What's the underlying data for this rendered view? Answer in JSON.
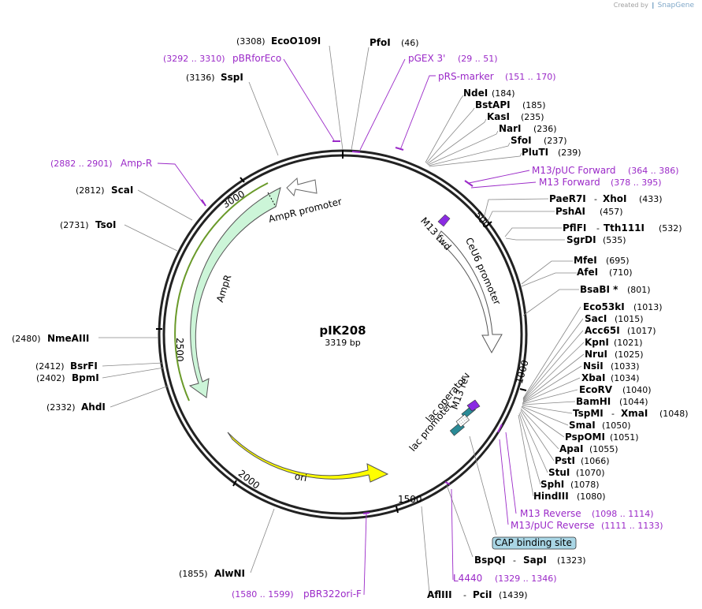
{
  "credit": {
    "prefix": "Created by",
    "brand": "SnapGene"
  },
  "plasmid": {
    "name": "pIK208",
    "size": "3319 bp"
  },
  "ticks": [
    "500",
    "1000",
    "1500",
    "2000",
    "2500",
    "3000"
  ],
  "features": {
    "ampr_promoter": "AmpR promoter",
    "ampr": "AmpR",
    "cel6": "CeU6 promoter",
    "m13fwd": "M13 fwd",
    "ori": "ori",
    "lac_operator": "lac operator",
    "lac_promoter": "lac promoter",
    "m13rev": "M13 rev",
    "cap": "CAP binding site"
  },
  "enzymes_top": [
    {
      "pos": "(3308)",
      "name": "EcoO109I"
    },
    {
      "pos": "(46)",
      "name": "PfoI"
    },
    {
      "pos": "(3136)",
      "name": "SspI"
    }
  ],
  "enzymes_right": [
    {
      "name": "NdeI",
      "pos": "(184)"
    },
    {
      "name": "BstAPI",
      "pos": "(185)"
    },
    {
      "name": "KasI",
      "pos": "(235)"
    },
    {
      "name": "NarI",
      "pos": "(236)"
    },
    {
      "name": "SfoI",
      "pos": "(237)"
    },
    {
      "name": "PluTI",
      "pos": "(239)"
    },
    {
      "name": "PaeR7I",
      "sep": "-",
      "name2": "XhoI",
      "pos": "(433)"
    },
    {
      "name": "PshAI",
      "pos": "(457)"
    },
    {
      "name": "PflFI",
      "sep": "-",
      "name2": "Tth111I",
      "pos": "(532)"
    },
    {
      "name": "SgrDI",
      "pos": "(535)"
    },
    {
      "name": "MfeI",
      "pos": "(695)"
    },
    {
      "name": "AfeI",
      "pos": "(710)"
    },
    {
      "name": "BsaBI *",
      "pos": "(801)"
    },
    {
      "name": "Eco53kI",
      "pos": "(1013)"
    },
    {
      "name": "SacI",
      "pos": "(1015)"
    },
    {
      "name": "Acc65I",
      "pos": "(1017)"
    },
    {
      "name": "KpnI",
      "pos": "(1021)"
    },
    {
      "name": "NruI",
      "pos": "(1025)"
    },
    {
      "name": "NsiI",
      "pos": "(1033)"
    },
    {
      "name": "XbaI",
      "pos": "(1034)"
    },
    {
      "name": "EcoRV",
      "pos": "(1040)"
    },
    {
      "name": "BamHI",
      "pos": "(1044)"
    },
    {
      "name": "TspMI",
      "sep": "-",
      "name2": "XmaI",
      "pos": "(1048)"
    },
    {
      "name": "SmaI",
      "pos": "(1050)"
    },
    {
      "name": "PspOMI",
      "pos": "(1051)"
    },
    {
      "name": "ApaI",
      "pos": "(1055)"
    },
    {
      "name": "PstI",
      "pos": "(1066)"
    },
    {
      "name": "StuI",
      "pos": "(1070)"
    },
    {
      "name": "SphI",
      "pos": "(1078)"
    },
    {
      "name": "HindIII",
      "pos": "(1080)"
    }
  ],
  "enzymes_bottom": [
    {
      "name": "BspQI",
      "sep": "-",
      "name2": "SapI",
      "pos": "(1323)"
    },
    {
      "name": "AflIII",
      "sep": "-",
      "name2": "PciI",
      "pos": "(1439)"
    }
  ],
  "enzymes_left": [
    {
      "pos": "(2812)",
      "name": "ScaI"
    },
    {
      "pos": "(2731)",
      "name": "TsoI"
    },
    {
      "pos": "(2480)",
      "name": "NmeAIII"
    },
    {
      "pos": "(2412)",
      "name": "BsrFI"
    },
    {
      "pos": "(2402)",
      "name": "BpmI"
    },
    {
      "pos": "(2332)",
      "name": "AhdI"
    },
    {
      "pos": "(1855)",
      "name": "AlwNI"
    }
  ],
  "primers": [
    {
      "name": "pBRforEco",
      "range": "(3292 .. 3310)"
    },
    {
      "name": "pGEX 3'",
      "range": "(29 .. 51)"
    },
    {
      "name": "pRS-marker",
      "range": "(151 .. 170)"
    },
    {
      "name": "M13/pUC Forward",
      "range": "(364 .. 386)"
    },
    {
      "name": "M13 Forward",
      "range": "(378 .. 395)"
    },
    {
      "name": "Amp-R",
      "range": "(2882 .. 2901)"
    },
    {
      "name": "M13 Reverse",
      "range": "(1098 .. 1114)"
    },
    {
      "name": "M13/pUC Reverse",
      "range": "(1111 .. 1133)"
    },
    {
      "name": "L4440",
      "range": "(1329 .. 1346)"
    },
    {
      "name": "pBR322ori-F",
      "range": "(1580 .. 1599)"
    }
  ],
  "colors": {
    "backbone": "#000000",
    "primer": "#9b2ac8",
    "ampr_fill": "#ccf5d8",
    "ori_fill": "#ffff00",
    "lac_fill": "#2a8a96",
    "m13_fill": "#8a2be2",
    "cap_fill": "#a9d6e5"
  }
}
